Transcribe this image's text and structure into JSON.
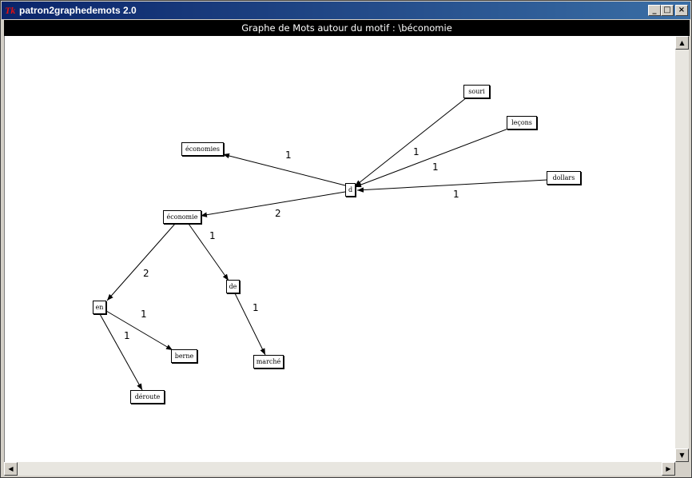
{
  "window": {
    "title": "patron2graphedemots 2.0",
    "icon": "tk-icon",
    "buttons": {
      "minimize": "_",
      "maximize": "□",
      "close": "×"
    }
  },
  "header": {
    "text": "Graphe de Mots autour du motif : \\béconomie"
  },
  "graph": {
    "nodes": [
      {
        "id": "souri",
        "label": "souri"
      },
      {
        "id": "lecons",
        "label": "leçons"
      },
      {
        "id": "economies",
        "label": "économies"
      },
      {
        "id": "d",
        "label": "d"
      },
      {
        "id": "dollars",
        "label": "dollars"
      },
      {
        "id": "economie",
        "label": "économie"
      },
      {
        "id": "de",
        "label": "de"
      },
      {
        "id": "en",
        "label": "en"
      },
      {
        "id": "berne",
        "label": "berne"
      },
      {
        "id": "marche",
        "label": "marché"
      },
      {
        "id": "deroute",
        "label": "déroute"
      }
    ],
    "edges": [
      {
        "from": "d",
        "to": "economies",
        "label": "1"
      },
      {
        "from": "souri",
        "to": "d",
        "label": "1"
      },
      {
        "from": "lecons",
        "to": "d",
        "label": "1"
      },
      {
        "from": "dollars",
        "to": "d",
        "label": "1"
      },
      {
        "from": "d",
        "to": "economie",
        "label": "2"
      },
      {
        "from": "economie",
        "to": "de",
        "label": "1"
      },
      {
        "from": "economie",
        "to": "en",
        "label": "2"
      },
      {
        "from": "en",
        "to": "berne",
        "label": "1"
      },
      {
        "from": "de",
        "to": "marche",
        "label": "1"
      },
      {
        "from": "en",
        "to": "deroute",
        "label": "1"
      }
    ]
  }
}
